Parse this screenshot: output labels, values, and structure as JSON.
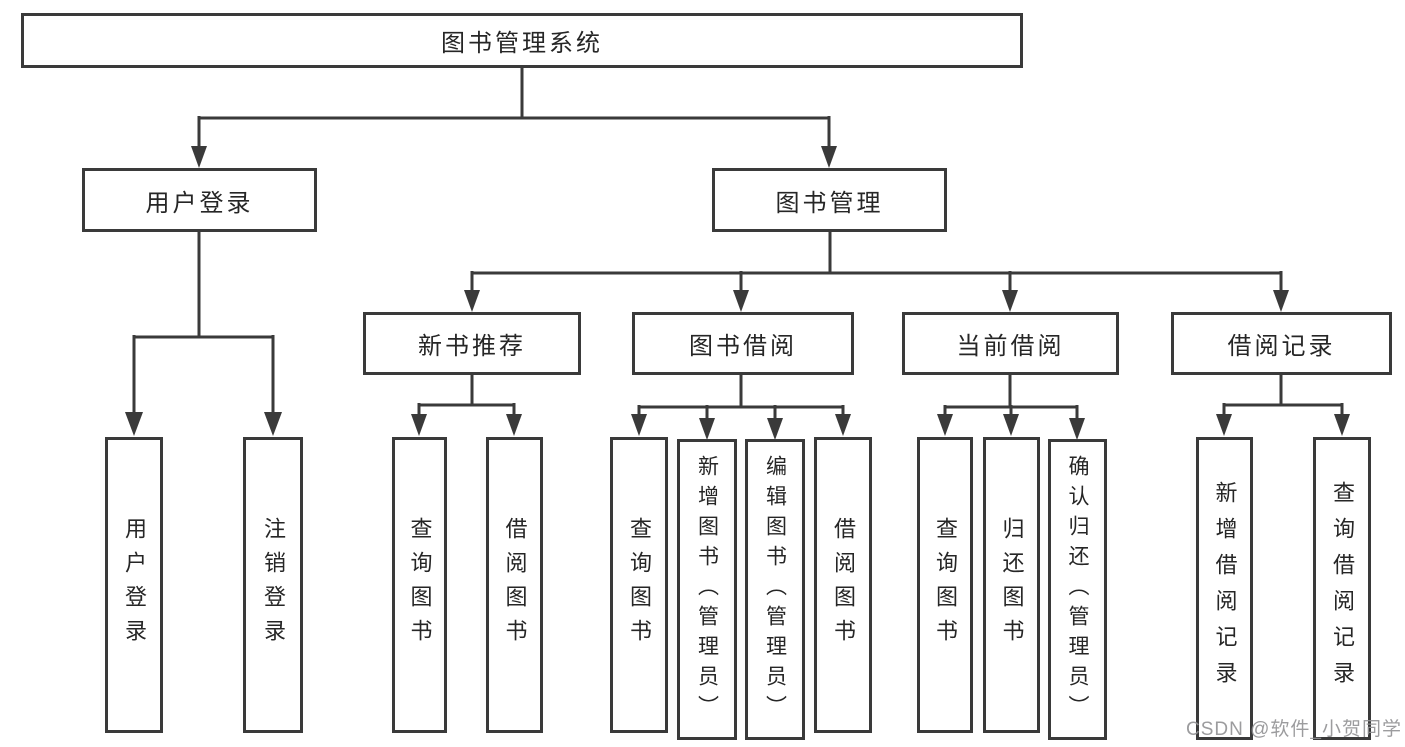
{
  "tree": {
    "root": "图书管理系统",
    "branches": [
      {
        "label": "用户登录",
        "children": [
          "用户登录",
          "注销登录"
        ]
      },
      {
        "label": "图书管理",
        "sections": [
          {
            "label": "新书推荐",
            "children": [
              "查询图书",
              "借阅图书"
            ]
          },
          {
            "label": "图书借阅",
            "children": [
              "查询图书",
              "新增图书（管理员）",
              "编辑图书（管理员）",
              "借阅图书"
            ]
          },
          {
            "label": "当前借阅",
            "children": [
              "查询图书",
              "归还图书",
              "确认归还（管理员）"
            ]
          },
          {
            "label": "借阅记录",
            "children": [
              "新增借阅记录",
              "查询借阅记录"
            ]
          }
        ]
      }
    ]
  },
  "watermark": {
    "text": "CSDN @软件_小贺同学"
  },
  "colors": {
    "line": "#3a3a3a",
    "box_border": "#3a3a3a",
    "text": "#262626",
    "watermark": "#919194",
    "background": "#ffffff"
  }
}
